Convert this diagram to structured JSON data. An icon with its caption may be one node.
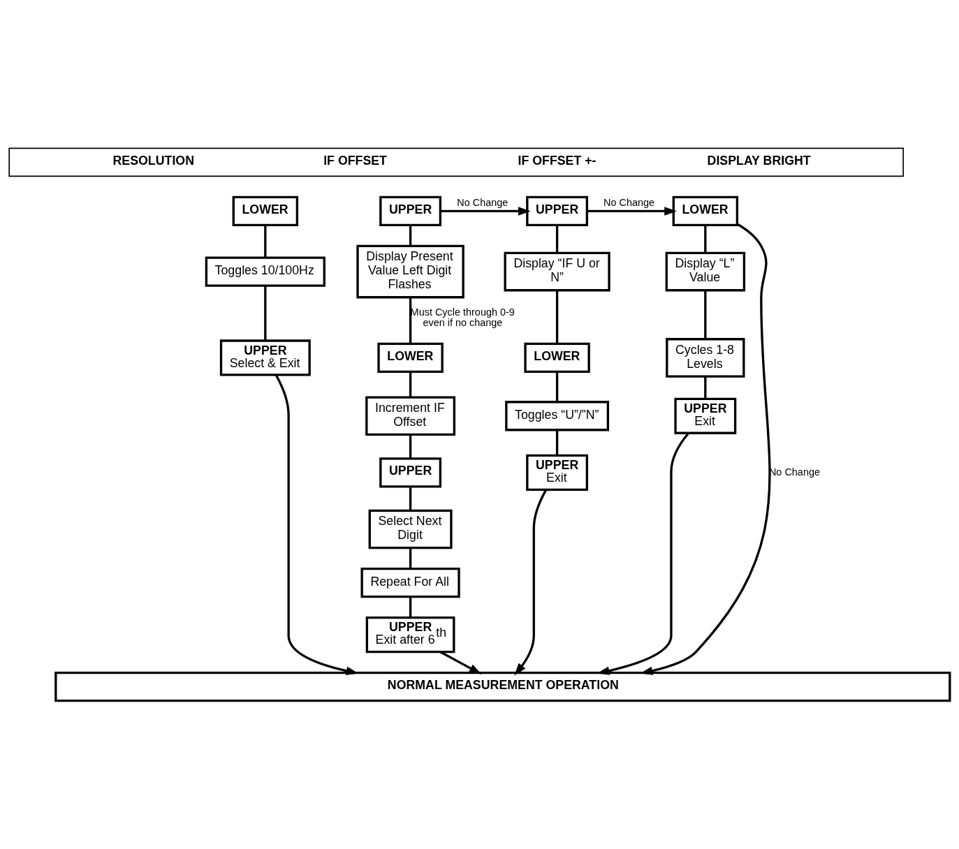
{
  "diagram": {
    "nodes": [
      {
        "text": [
          "RESOLUTION",
          "IF OFFSET",
          "IF OFFSET +-",
          "DISPLAY BRIGHT"
        ]
      },
      {
        "text": [
          "LOWER"
        ]
      },
      {
        "text": [
          "Toggles 10/100Hz"
        ]
      },
      {
        "text": [
          "UPPER",
          "Select & Exit"
        ]
      },
      {
        "text": [
          "UPPER"
        ]
      },
      {
        "text": [
          "Display Present Value Left Digit Flashes"
        ]
      },
      {
        "text": [
          "LOWER"
        ]
      },
      {
        "text": [
          "Increment IF Offset"
        ]
      },
      {
        "text": [
          "UPPER"
        ]
      },
      {
        "text": [
          "Select Next Digit"
        ]
      },
      {
        "text": [
          "Repeat For All"
        ]
      },
      {
        "text": [
          "UPPER",
          "Exit after 6$^{th}$"
        ]
      },
      {
        "text": [
          "UPPER"
        ]
      },
      {
        "text": [
          "Display “IF U or N”"
        ]
      },
      {
        "text": [
          "LOWER"
        ]
      },
      {
        "text": [
          "Toggles “U”/”N”"
        ]
      },
      {
        "text": [
          "UPPER",
          "Exit"
        ]
      },
      {
        "text": [
          "LOWER"
        ]
      },
      {
        "text": [
          "Display “L” Value"
        ]
      },
      {
        "text": [
          "Cycles 1-8 Levels"
        ]
      },
      {
        "text": [
          "UPPER",
          "Exit"
        ]
      },
      {
        "text": [
          "NORMAL MEASUREMENT OPERATION"
        ]
      }
    ],
    "edges": [
      {
        "from": 1,
        "to": 2,
        "arrow": "none"
      },
      {
        "from": 2,
        "to": 3,
        "arrow": "none"
      },
      {
        "from": 3,
        "to": 21,
        "arrow": "to"
      },
      {
        "from": 4,
        "to": 5,
        "arrow": "none"
      },
      {
        "from": 5,
        "to": 6,
        "arrow": "none",
        "label": "Must Cycle through 0-9 even if no change"
      },
      {
        "from": 6,
        "to": 7,
        "arrow": "none"
      },
      {
        "from": 7,
        "to": 8,
        "arrow": "none"
      },
      {
        "from": 8,
        "to": 9,
        "arrow": "none"
      },
      {
        "from": 9,
        "to": 10,
        "arrow": "none"
      },
      {
        "from": 10,
        "to": 11,
        "arrow": "none"
      },
      {
        "from": 11,
        "to": 21,
        "arrow": "to"
      },
      {
        "from": 4,
        "to": 12,
        "arrow": "to",
        "label": "No Change"
      },
      {
        "from": 12,
        "to": 13,
        "arrow": "none"
      },
      {
        "from": 13,
        "to": 14,
        "arrow": "none"
      },
      {
        "from": 14,
        "to": 15,
        "arrow": "none"
      },
      {
        "from": 15,
        "to": 16,
        "arrow": "none"
      },
      {
        "from": 16,
        "to": 21,
        "arrow": "to"
      },
      {
        "from": 12,
        "to": 17,
        "arrow": "to",
        "label": "No Change"
      },
      {
        "from": 17,
        "to": 18,
        "arrow": "none"
      },
      {
        "from": 18,
        "to": 19,
        "arrow": "none"
      },
      {
        "from": 19,
        "to": 20,
        "arrow": "none"
      },
      {
        "from": 20,
        "to": 21,
        "arrow": "to"
      },
      {
        "from": 17,
        "to": 21,
        "arrow": "to",
        "label": "No Change"
      }
    ]
  }
}
